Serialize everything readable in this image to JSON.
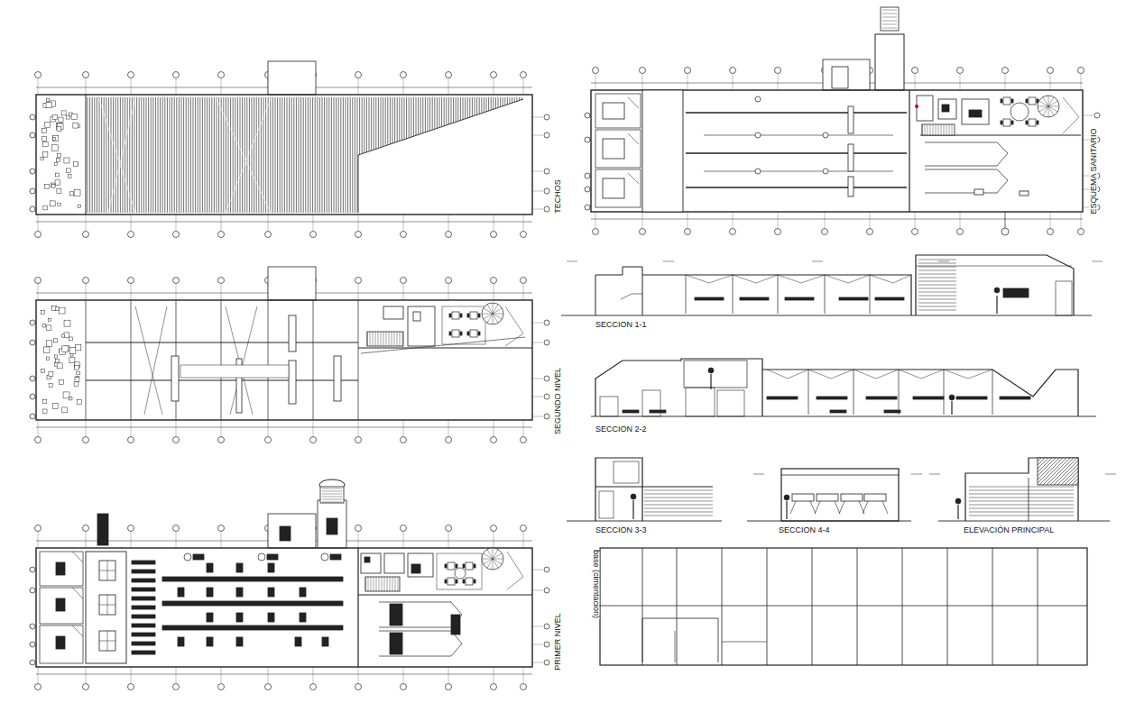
{
  "diagram": {
    "labels": [
      "TECHOS",
      "ESQUEMA SANITARIO",
      "SEGUNDO NIVEL",
      "SECCION 1-1",
      "SECCION 2-2",
      "SECCION 3-3",
      "SECCION 4-4",
      "ELEVACIÓN PRINCIPAL",
      "PRIMER NIVEL",
      "base (cimentacion)"
    ]
  }
}
